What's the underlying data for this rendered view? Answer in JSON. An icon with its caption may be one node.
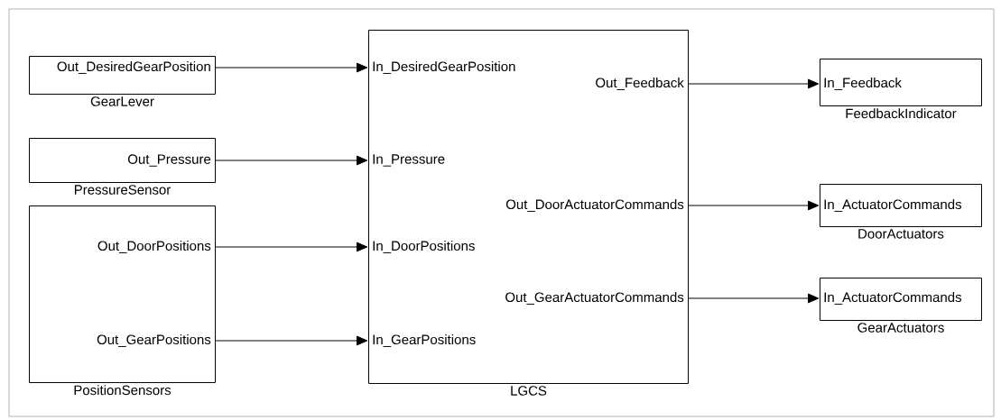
{
  "diagram": {
    "nodes": [
      {
        "text": [
          "GearLever"
        ]
      },
      {
        "text": [
          "Out_DesiredGearPosition"
        ],
        "in": 0
      },
      {
        "text": [
          "PressureSensor"
        ]
      },
      {
        "text": [
          "Out_Pressure"
        ],
        "in": 2
      },
      {
        "text": [
          "PositionSensors"
        ]
      },
      {
        "text": [
          "Out_DoorPositions"
        ],
        "in": 4
      },
      {
        "text": [
          "Out_GearPositions"
        ],
        "in": 4
      },
      {
        "text": [
          "LGCS"
        ]
      },
      {
        "text": [
          "In_DesiredGearPosition"
        ],
        "in": 7
      },
      {
        "text": [
          "In_Pressure"
        ],
        "in": 7
      },
      {
        "text": [
          "In_DoorPositions"
        ],
        "in": 7
      },
      {
        "text": [
          "In_GearPositions"
        ],
        "in": 7
      },
      {
        "text": [
          "Out_Feedback"
        ],
        "in": 7
      },
      {
        "text": [
          "Out_DoorActuatorCommands"
        ],
        "in": 7
      },
      {
        "text": [
          "Out_GearActuatorCommands"
        ],
        "in": 7
      },
      {
        "text": [
          "FeedbackIndicator"
        ]
      },
      {
        "text": [
          "In_Feedback"
        ],
        "in": 15
      },
      {
        "text": [
          "DoorActuators"
        ]
      },
      {
        "text": [
          "In_ActuatorCommands"
        ],
        "in": 17
      },
      {
        "text": [
          "GearActuators"
        ]
      },
      {
        "text": [
          "In_ActuatorCommands"
        ],
        "in": 19
      }
    ],
    "edges": [
      {
        "from": 1,
        "to": 8,
        "arrow": "to"
      },
      {
        "from": 3,
        "to": 9,
        "arrow": "to"
      },
      {
        "from": 5,
        "to": 10,
        "arrow": "to"
      },
      {
        "from": 6,
        "to": 11,
        "arrow": "to"
      },
      {
        "from": 12,
        "to": 16,
        "arrow": "to"
      },
      {
        "from": 13,
        "to": 18,
        "arrow": "to"
      },
      {
        "from": 14,
        "to": 20,
        "arrow": "to"
      }
    ]
  }
}
